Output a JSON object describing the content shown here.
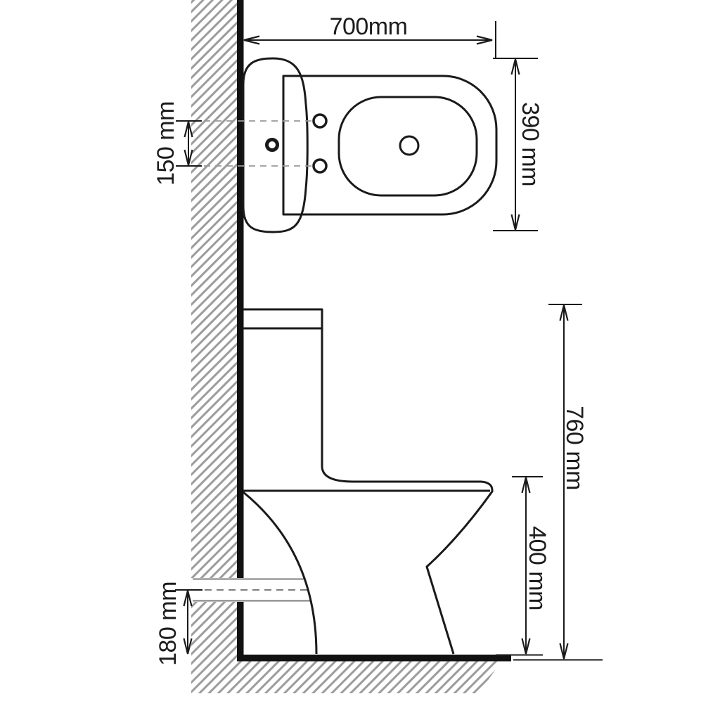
{
  "diagram": {
    "unit": "mm",
    "background": "#ffffff",
    "dimensions": {
      "width": {
        "label": "700mm",
        "value_mm": 700,
        "measures": "wall to front of pan (top view)"
      },
      "depth": {
        "label": "390 mm",
        "value_mm": 390,
        "measures": "pan width (top view)"
      },
      "hole_spacing": {
        "label": "150 mm",
        "value_mm": 150,
        "measures": "seat hinge hole spacing"
      },
      "total_height": {
        "label": "760 mm",
        "value_mm": 760,
        "measures": "floor to cistern top"
      },
      "bowl_height": {
        "label": "400 mm",
        "value_mm": 400,
        "measures": "floor to seat level"
      },
      "outlet_height": {
        "label": "180 mm",
        "value_mm": 180,
        "measures": "floor to outlet pipe centerline"
      }
    },
    "colors": {
      "outline": "#1a1a1a",
      "dimension": "#1a1a1a",
      "hatch": "#9a9a9a",
      "dashed_line": "#999999",
      "pipe_line": "#7d7d7d",
      "wall_floor_solid": "#111111",
      "text": "#1c1c1c"
    }
  }
}
